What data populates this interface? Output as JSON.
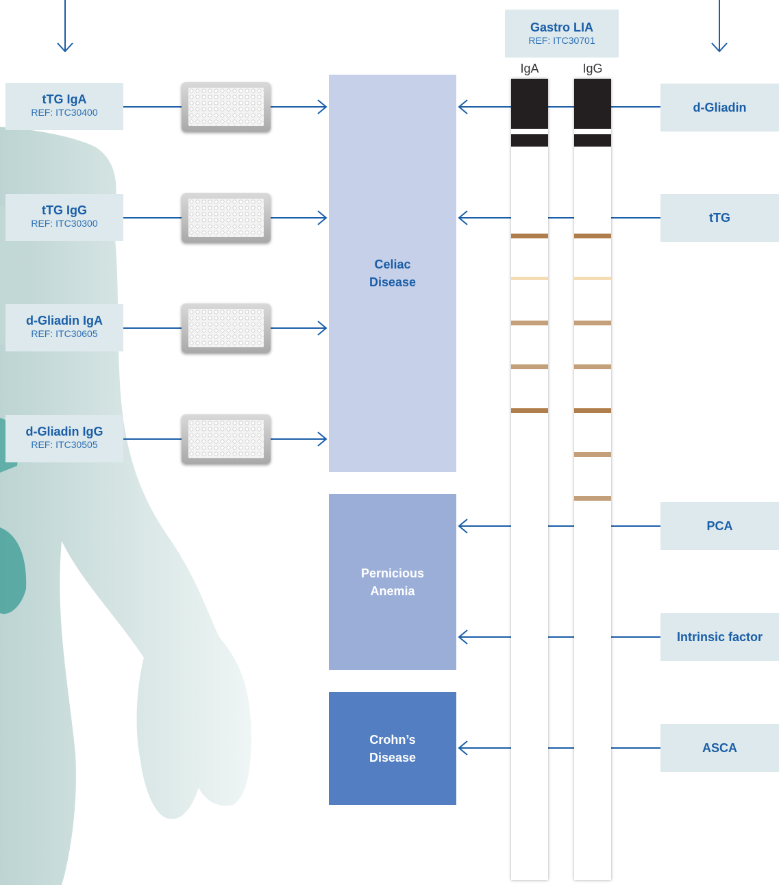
{
  "panel": {
    "title": "Gastro LIA",
    "ref": "REF: ITC30701",
    "strip_iga": "IgA",
    "strip_igg": "IgG"
  },
  "elisa_tests": [
    {
      "name": "tTG IgA",
      "ref": "REF: ITC30400"
    },
    {
      "name": "tTG IgG",
      "ref": "REF: ITC30300"
    },
    {
      "name": "d-Gliadin IgA",
      "ref": "REF: ITC30605"
    },
    {
      "name": "d-Gliadin IgG",
      "ref": "REF: ITC30505"
    }
  ],
  "diseases": [
    {
      "name": "Celiac Disease",
      "line1": "Celiac",
      "line2": "Disease",
      "color": "#c6d0e8",
      "text_color": "#1a5ea8"
    },
    {
      "name": "Pernicious Anemia",
      "line1": "Pernicious",
      "line2": "Anemia",
      "color": "#9aaed8",
      "text_color": "#ffffff"
    },
    {
      "name": "Crohn's Disease",
      "line1": "Crohn’s",
      "line2": "Disease",
      "color": "#537fc2",
      "text_color": "#ffffff"
    }
  ],
  "antigens": [
    {
      "name": "d-Gliadin"
    },
    {
      "name": "tTG"
    },
    {
      "name": "PCA"
    },
    {
      "name": "Intrinsic factor"
    },
    {
      "name": "ASCA"
    }
  ],
  "colors": {
    "arrow": "#1a5ea8",
    "label_bg": "#dde9ec",
    "band_dark": "#b07e4c",
    "band_light": "#f6dcb2",
    "band_mid": "#c4a07a",
    "band_black": "#231f20",
    "body": "#cfe0df",
    "organ": "#3a9b94"
  }
}
